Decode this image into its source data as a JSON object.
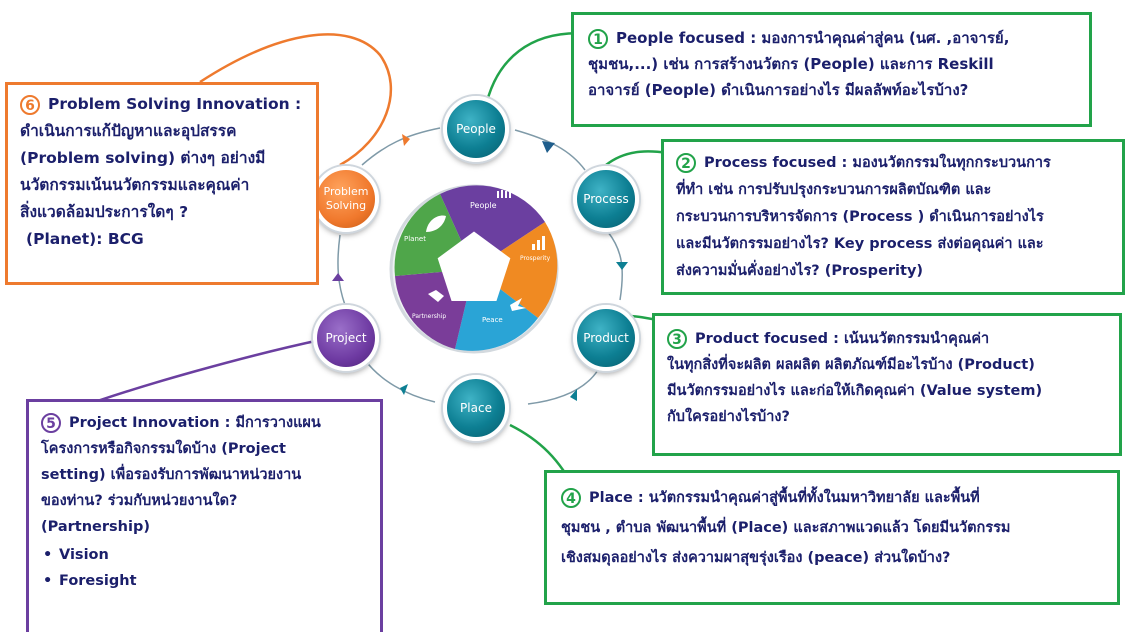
{
  "nodes": {
    "people": "People",
    "process": "Process",
    "product": "Product",
    "place": "Place",
    "project": "Project",
    "problem_solving": "Problem Solving"
  },
  "center": {
    "people": "People",
    "prosperity": "Prosperity",
    "peace": "Peace",
    "partnership": "Partnership",
    "planet": "Planet"
  },
  "box1": {
    "number": "1",
    "line1": "People focused : มองการนำคุณค่าสู่คน (นศ. ,อาจารย์,",
    "line2": "ชุมชน,...) เช่น การสร้างนวัตกร (People) และการ Reskill",
    "line3": "อาจารย์ (People) ดำเนินการอย่างไร มีผลลัพท์อะไรบ้าง?"
  },
  "box2": {
    "number": "2",
    "line1": "Process focused : มองนวัตกรรมในทุกกระบวนการ",
    "line2": "ที่ทำ เช่น การปรับปรุงกระบวนการผลิตบัณฑิต และ",
    "line3": "กระบวนการบริหารจัดการ (Process ) ดำเนินการอย่างไร",
    "line4": "และมีนวัตกรรมอย่างไร? Key process ส่งต่อคุณค่า และ",
    "line5": "ส่งความมั่นคั่งอย่างไร? (Prosperity)"
  },
  "box3": {
    "number": "3",
    "line1": "Product focused : เน้นนวัตกรรมนำคุณค่า",
    "line2": "ในทุกสิ่งที่จะผลิต ผลผลิต ผลิตภัณฑ์มีอะไรบ้าง (Product)",
    "line3": "มีนวัตกรรมอย่างไร และก่อให้เกิดคุณค่า (Value system)",
    "line4": "กับใครอย่างไรบ้าง?"
  },
  "box4": {
    "number": "4",
    "line1": "Place : นวัตกรรมนำคุณค่าสู่พื้นที่ทั้งในมหาวิทยาลัย และพื้นที่",
    "line2": "ชุมชน , ตำบล พัฒนาพื้นที่ (Place) และสภาพแวดแล้ว โดยมีนวัตกรรม",
    "line3": "เชิงสมดุลอย่างไร ส่งความผาสุขรุ่งเรือง (peace) ส่วนใดบ้าง?"
  },
  "box5": {
    "number": "5",
    "line1": "Project Innovation : มีการวางแผน",
    "line2": "โครงการหรือกิจกรรมใดบ้าง (Project",
    "line3": "setting) เพื่อรองรับการพัฒนาหน่วยงาน",
    "line4": "ของท่าน? ร่วมกับหน่วยงานใด?",
    "line5": "(Partnership)",
    "bullets": [
      "Vision",
      "Foresight"
    ]
  },
  "box6": {
    "number": "6",
    "line1": "Problem Solving Innovation :",
    "line2": "ดำเนินการแก้ปัญหาและอุปสรรค",
    "line3": "(Problem solving) ต่างๆ อย่างมี",
    "line4": "นวัตกรรมเน้นนวัตกรรมและคุณค่า",
    "line5": "สิ่งแวดล้อมประการใดๆ ?",
    "line6": "(Planet): BCG"
  },
  "colors": {
    "green": "#22a34a",
    "orange": "#ee7a2e",
    "purple": "#6b3fa0",
    "teal": "#0d7f93",
    "text": "#1b1f6b"
  }
}
